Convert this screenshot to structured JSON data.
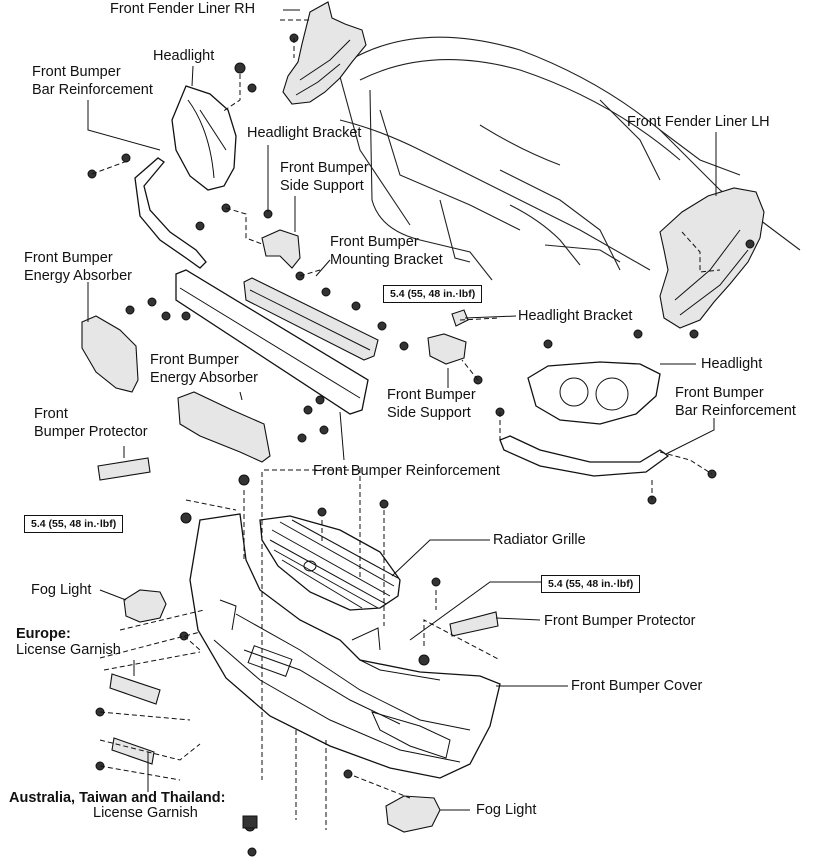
{
  "labels": {
    "fender_liner_rh": "Front Fender Liner RH",
    "headlight_top": "Headlight",
    "bar_reinf_left": "Front Bumper\nBar Reinforcement",
    "headlight_bracket_left": "Headlight Bracket",
    "side_support_left": "Front Bumper\nSide Support",
    "fender_liner_lh": "Front Fender Liner LH",
    "mounting_bracket": "Front Bumper\nMounting Bracket",
    "energy_absorber_left": "Front Bumper\nEnergy Absorber",
    "headlight_bracket_right": "Headlight Bracket",
    "headlight_right": "Headlight",
    "energy_absorber_mid": "Front Bumper\nEnergy Absorber",
    "side_support_mid": "Front Bumper\nSide Support",
    "bar_reinf_right": "Front Bumper\nBar Reinforcement",
    "protector_left": "Front\nBumper Protector",
    "bumper_reinforcement": "Front Bumper Reinforcement",
    "radiator_grille": "Radiator Grille",
    "fog_light_left": "Fog Light",
    "protector_right": "Front Bumper Protector",
    "europe_heading": "Europe:",
    "europe_license": "License Garnish",
    "bumper_cover": "Front Bumper Cover",
    "australia_heading": "Australia, Taiwan and Thailand:",
    "australia_license": "License Garnish",
    "fog_light_right": "Fog Light"
  },
  "torque": {
    "mid": "5.4 (55, 48 in.·lbf)",
    "left": "5.4 (55, 48 in.·lbf)",
    "right": "5.4 (55, 48 in.·lbf)"
  }
}
